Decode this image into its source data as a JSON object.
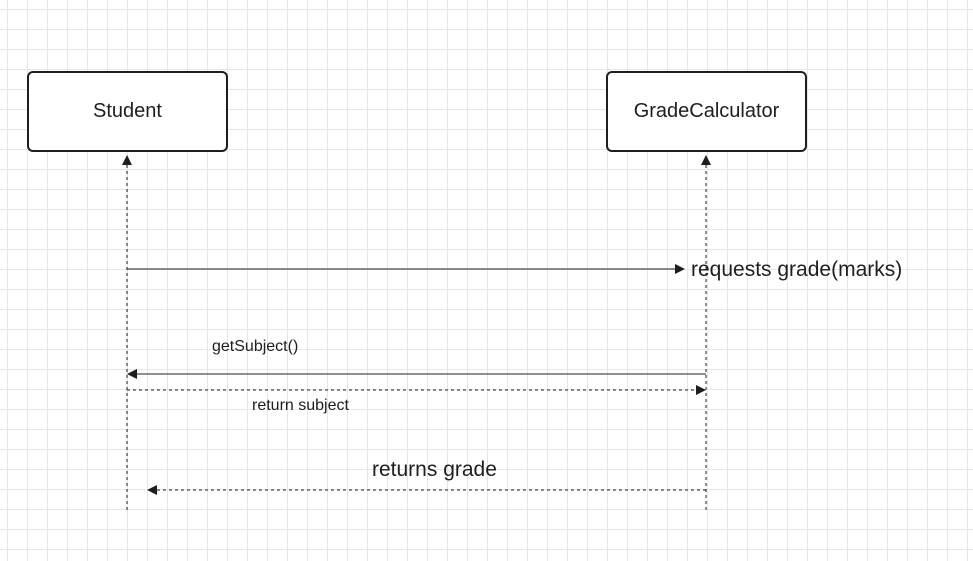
{
  "diagram": {
    "participants": [
      {
        "id": "student",
        "label": "Student"
      },
      {
        "id": "gradecalculator",
        "label": "GradeCalculator"
      }
    ],
    "messages": [
      {
        "from": "Student",
        "to": "GradeCalculator",
        "label": "requests grade(marks)",
        "style": "solid"
      },
      {
        "from": "GradeCalculator",
        "to": "Student",
        "label": "getSubject()",
        "style": "solid"
      },
      {
        "from": "Student",
        "to": "GradeCalculator",
        "label": "return subject",
        "style": "dashed"
      },
      {
        "from": "GradeCalculator",
        "to": "Student",
        "label": "returns grade",
        "style": "dashed"
      }
    ]
  },
  "colors": {
    "stroke": "#1e1e1e",
    "grid": "#e6e6e6",
    "background": "#ffffff"
  }
}
